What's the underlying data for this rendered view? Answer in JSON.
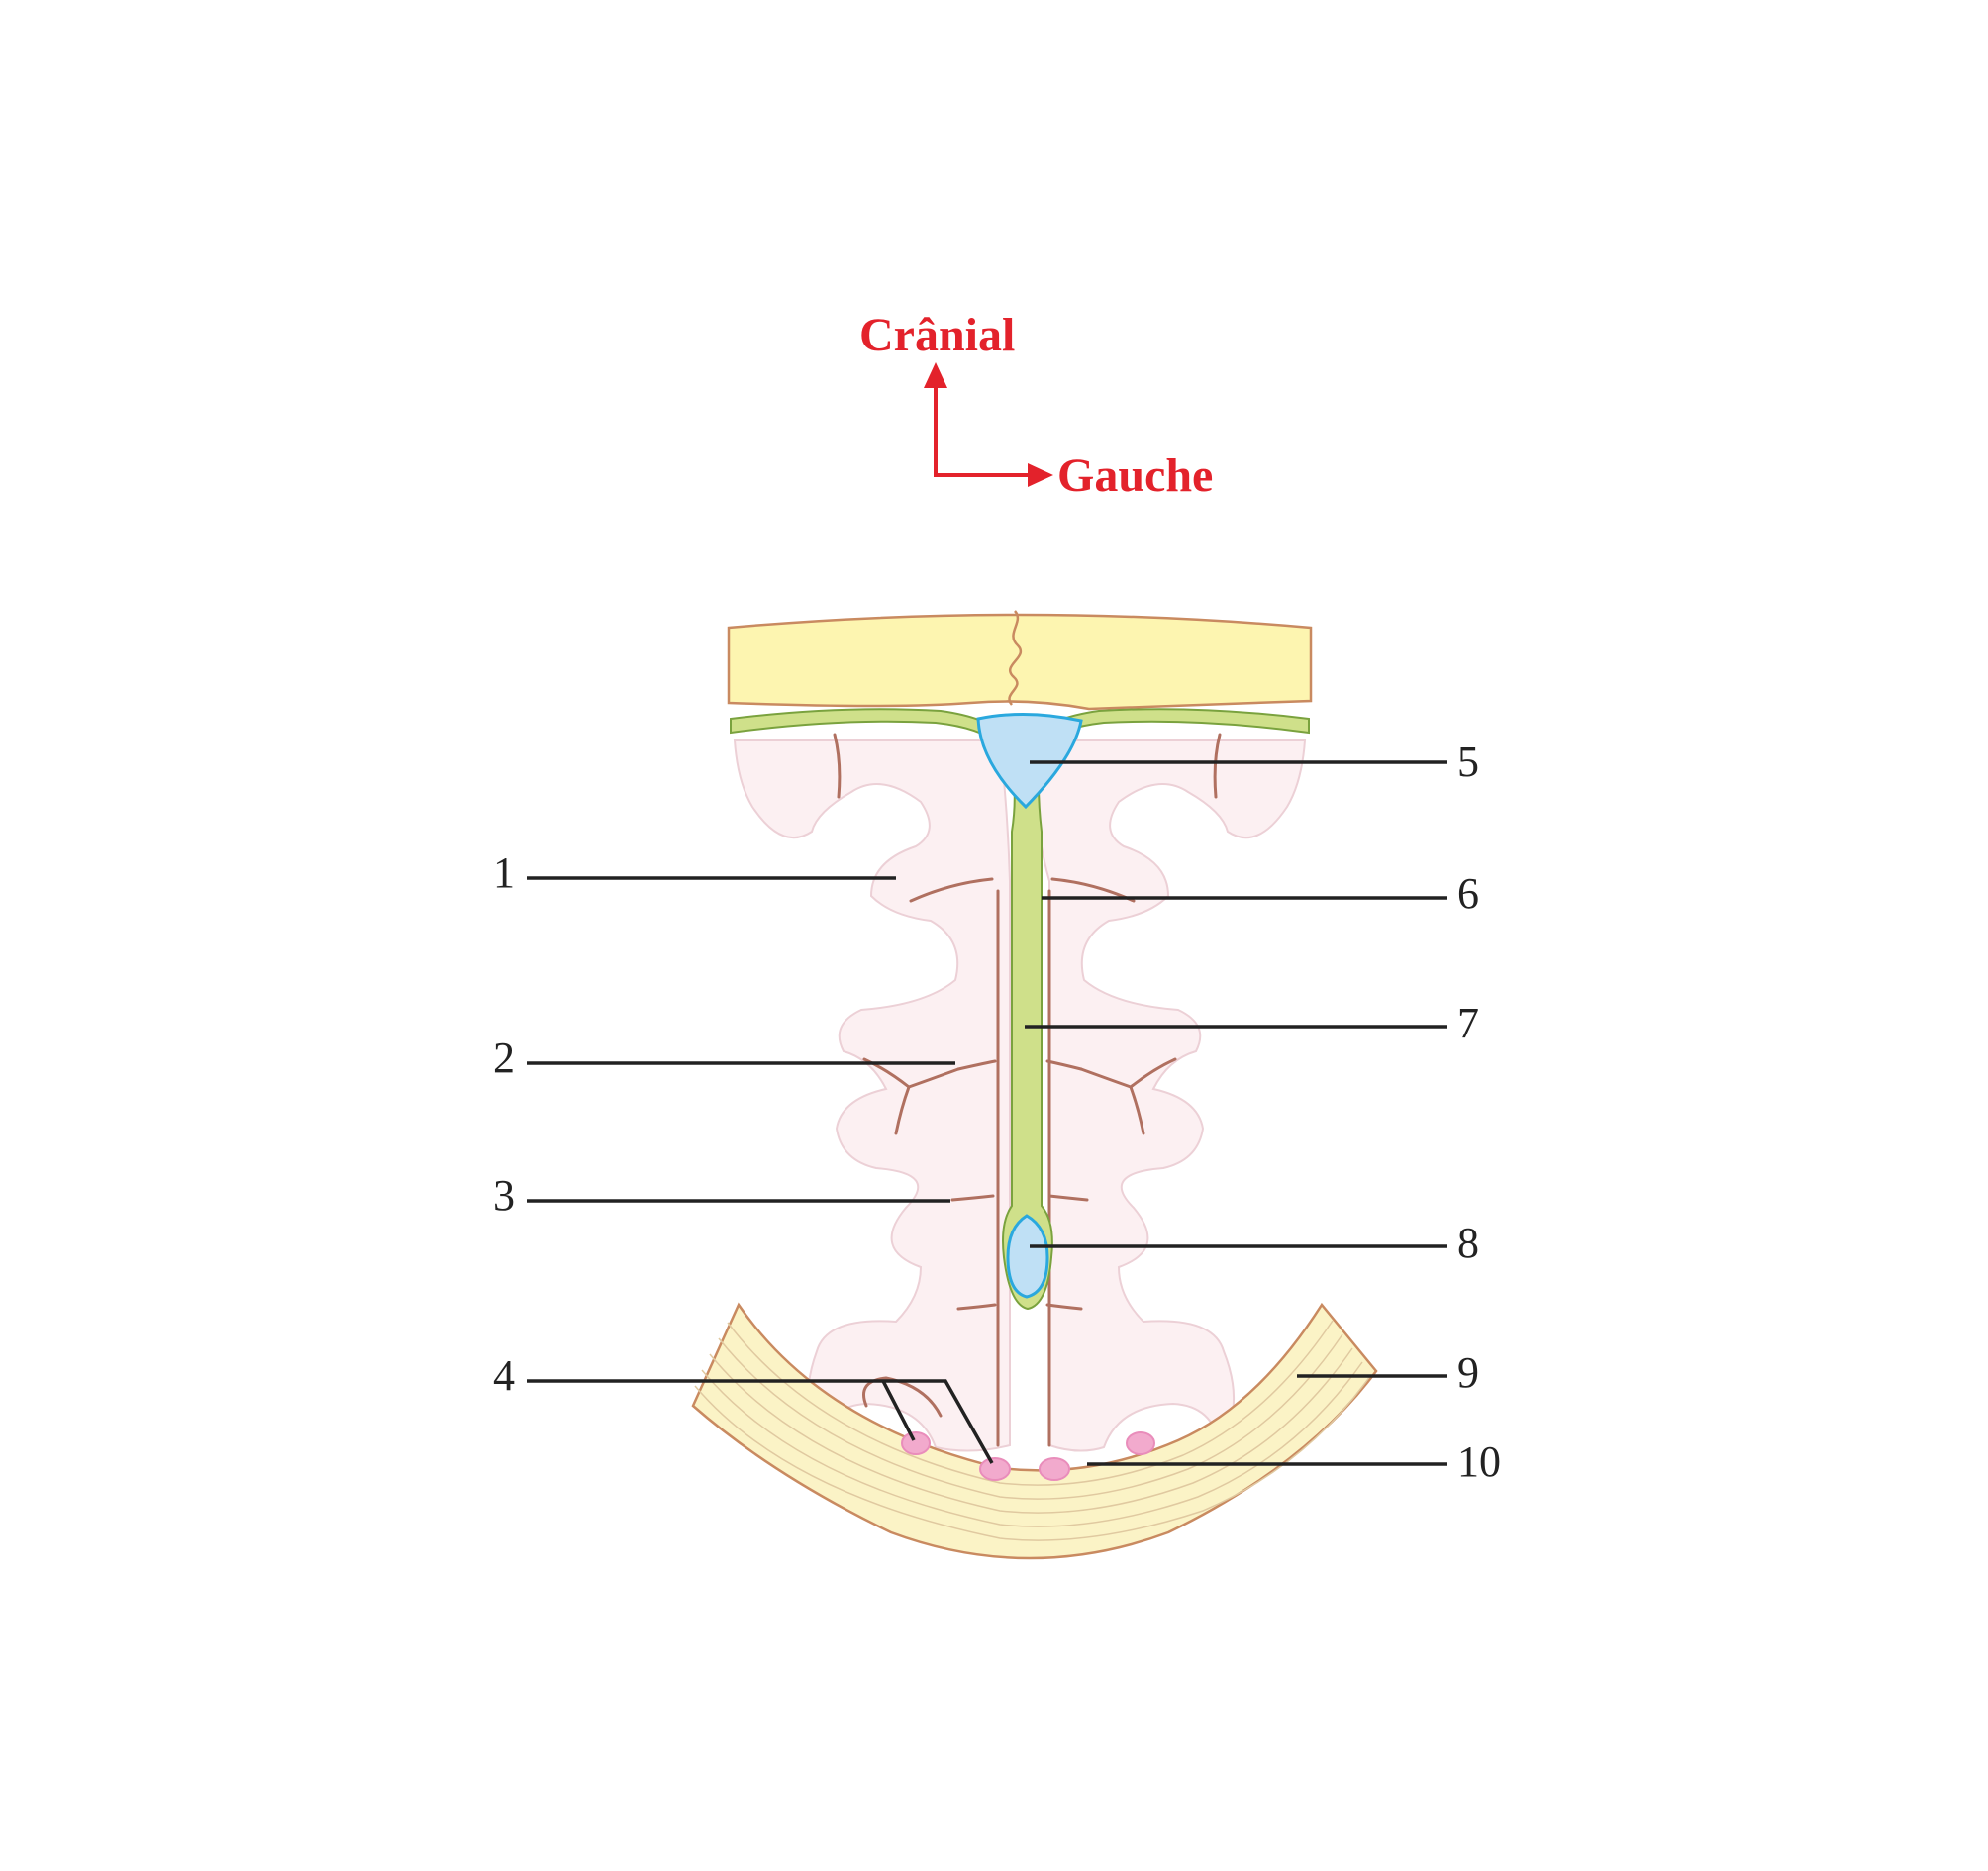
{
  "orientation": {
    "cranial_label": "Crânial",
    "left_label": "Gauche",
    "color": "#e3222b"
  },
  "labels": {
    "l1": "1",
    "l2": "2",
    "l3": "3",
    "l4": "4",
    "l5": "5",
    "l6": "6",
    "l7": "7",
    "l8": "8",
    "l9": "9",
    "l10": "10"
  },
  "colors": {
    "skull": "#fdf5b0",
    "skull_outline": "#c98a60",
    "meninges_green": "#cfe08a",
    "sinus_blue": "#bfe0f5",
    "sinus_outline": "#2aa8de",
    "brain": "#fcf0f2",
    "sulcus_line": "#b07060",
    "tentorium": "#fbf3c6",
    "vessel_pink": "#f2aacd"
  }
}
